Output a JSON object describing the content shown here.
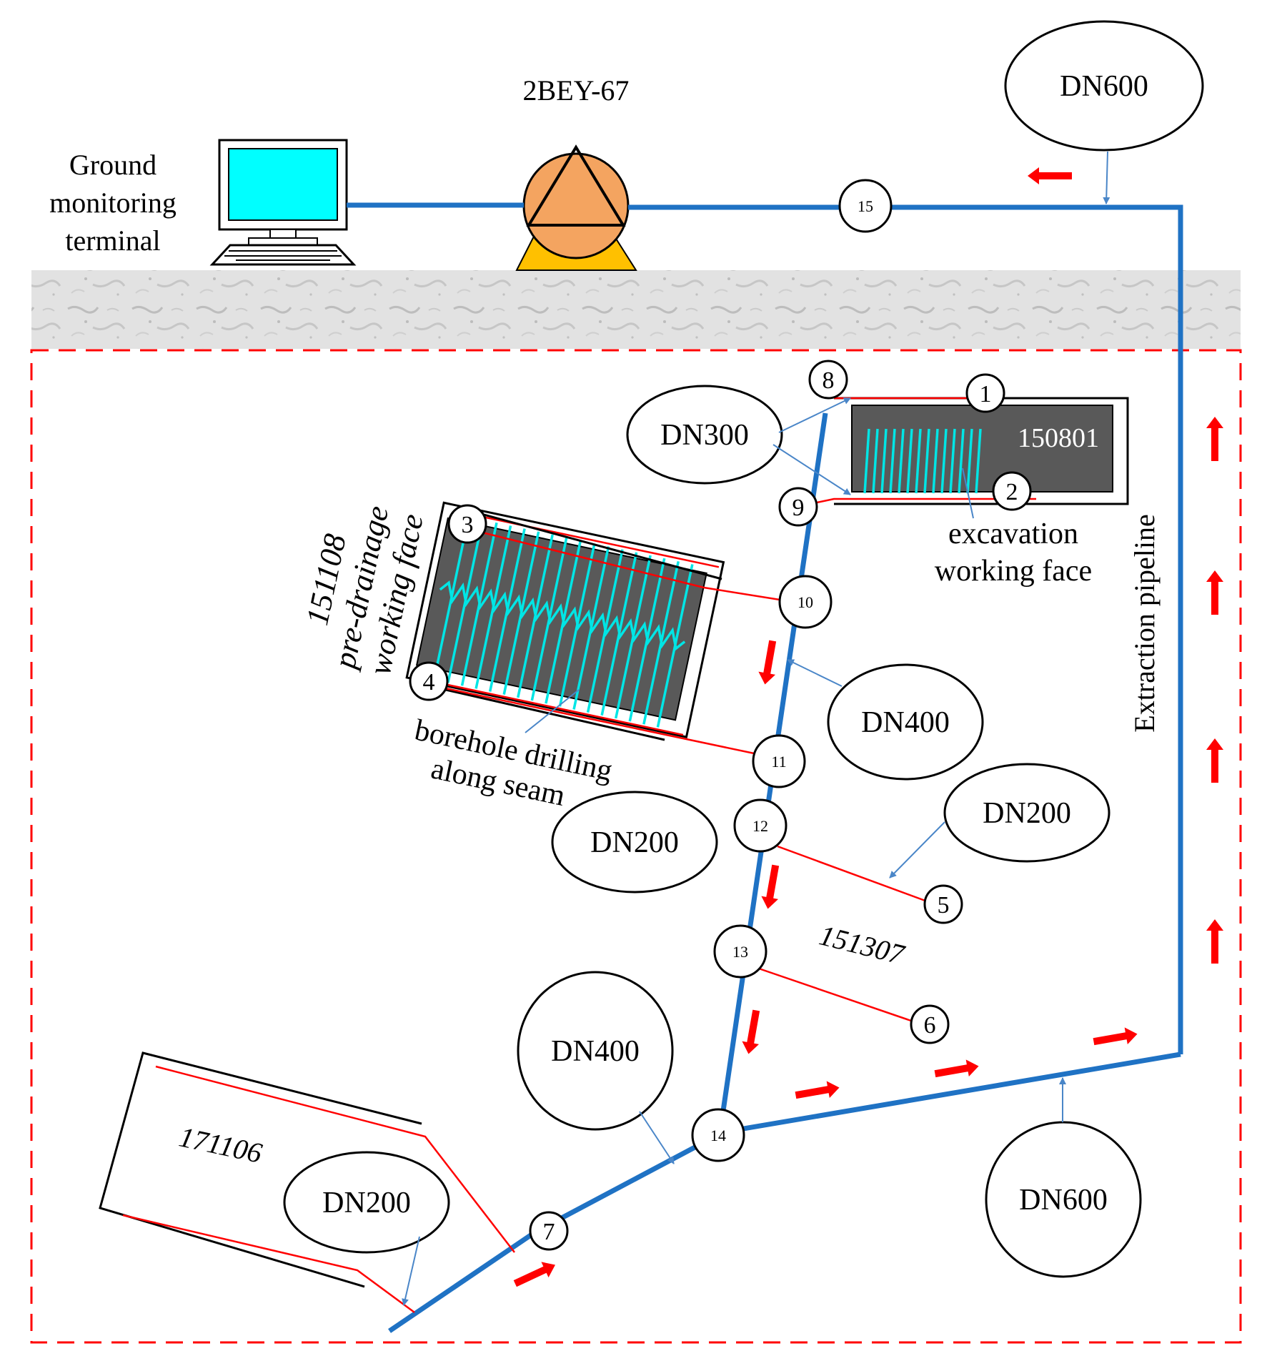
{
  "ground": {
    "terminal_label_lines": [
      "Ground",
      "monitoring",
      "terminal"
    ],
    "pump_label": "2BEY-67"
  },
  "pipe_sizes": {
    "top_right": "DN600",
    "mid_top": "DN300",
    "mid": "DN400",
    "right_mid": "DN200",
    "left_mid": "DN200",
    "bottom_mid": "DN400",
    "bottom_right": "DN600",
    "bottom_left": "DN200"
  },
  "working_faces": {
    "excavation_id": "150801",
    "excavation_label_lines": [
      "excavation",
      "working face"
    ],
    "predrainage_label_lines": [
      "151108",
      "pre-drainage",
      "working face"
    ],
    "borehole_label_lines": [
      "borehole drilling",
      "along seam"
    ],
    "face_151307": "151307",
    "face_171106": "171106"
  },
  "pipeline_label": "Extraction pipeline",
  "nodes": [
    "1",
    "2",
    "3",
    "4",
    "5",
    "6",
    "7",
    "8",
    "9",
    "10",
    "11",
    "12",
    "13",
    "14",
    "15"
  ],
  "colors": {
    "pipe": "#1f72c4",
    "arrow": "#ff0000",
    "boundary": "#ff0000",
    "borehole": "#00e5e5",
    "monitor_screen": "#00ffff",
    "pump_body": "#f4a460",
    "pump_base": "#ffc000",
    "face_fill": "#595959",
    "rock_strip": "#d9d9d9"
  },
  "icons": [
    "computer-icon",
    "pump-icon"
  ]
}
